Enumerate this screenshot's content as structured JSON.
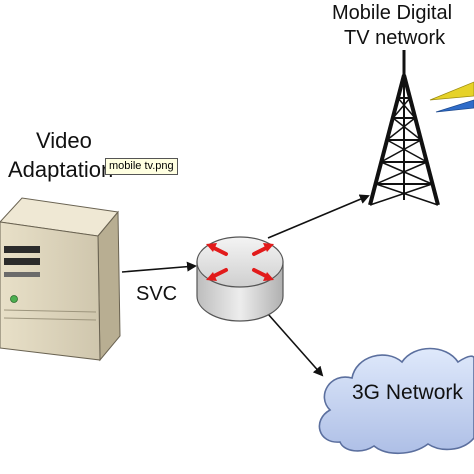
{
  "labels": {
    "video_line1": "Video",
    "video_line2": "Adaptation",
    "svc": "SVC",
    "mobile_line1": "Mobile Digital",
    "mobile_line2": "TV network",
    "network_3g": "3G Network"
  },
  "tooltip": "mobile tv.png",
  "icons": {
    "server": "server-icon",
    "router": "router-icon",
    "tower": "broadcast-tower-icon",
    "cloud": "cloud-icon"
  },
  "colors": {
    "server_body": "#d9d0b8",
    "router_arrows": "#e21b1b",
    "tower": "#111111",
    "cloud_fill": "#c9d9f4",
    "cloud_stroke": "#5b6f9e",
    "signal_yellow": "#e6d229",
    "signal_blue": "#2f6cc9"
  }
}
